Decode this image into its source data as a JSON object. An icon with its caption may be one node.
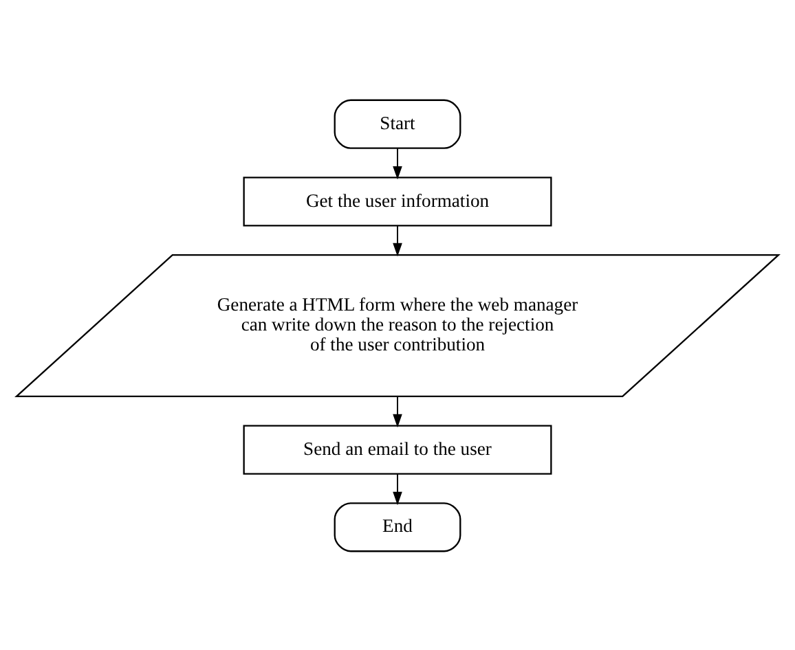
{
  "diagram": {
    "nodes": [
      {
        "text": [
          "Start"
        ]
      },
      {
        "text": [
          "Get the user information"
        ]
      },
      {
        "text": [
          "Generate a HTML form where the web manager can write down the reason to the rejection of the user contribution"
        ]
      },
      {
        "text": [
          "Send an email to the user"
        ]
      },
      {
        "text": [
          "End"
        ]
      }
    ],
    "edges": [
      {
        "from": 0,
        "to": 1,
        "arrow": "to"
      },
      {
        "from": 1,
        "to": 2,
        "arrow": "to"
      },
      {
        "from": 2,
        "to": 3,
        "arrow": "to"
      },
      {
        "from": 3,
        "to": 4,
        "arrow": "to"
      }
    ]
  }
}
